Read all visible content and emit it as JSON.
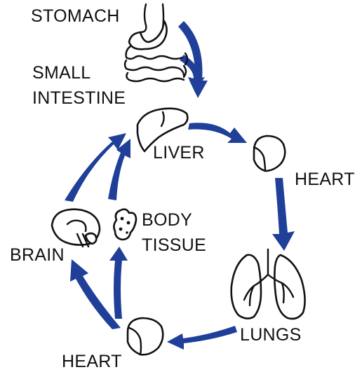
{
  "labels": {
    "stomach": "STOMACH",
    "small_intestine_line1": "SMALL",
    "small_intestine_line2": "INTESTINE",
    "liver": "LIVER",
    "heart_right": "HEART",
    "lungs": "LUNGS",
    "heart_bottom": "HEART",
    "brain": "BRAIN",
    "body_tissue_line1": "BODY",
    "body_tissue_line2": "TISSUE"
  },
  "colors": {
    "arrow": "#1f3f99",
    "outline": "#111111",
    "background": "#ffffff"
  },
  "icons": [
    "stomach-icon",
    "small-intestine-icon",
    "liver-icon",
    "heart-icon",
    "lungs-icon",
    "brain-icon",
    "body-tissue-icon"
  ]
}
